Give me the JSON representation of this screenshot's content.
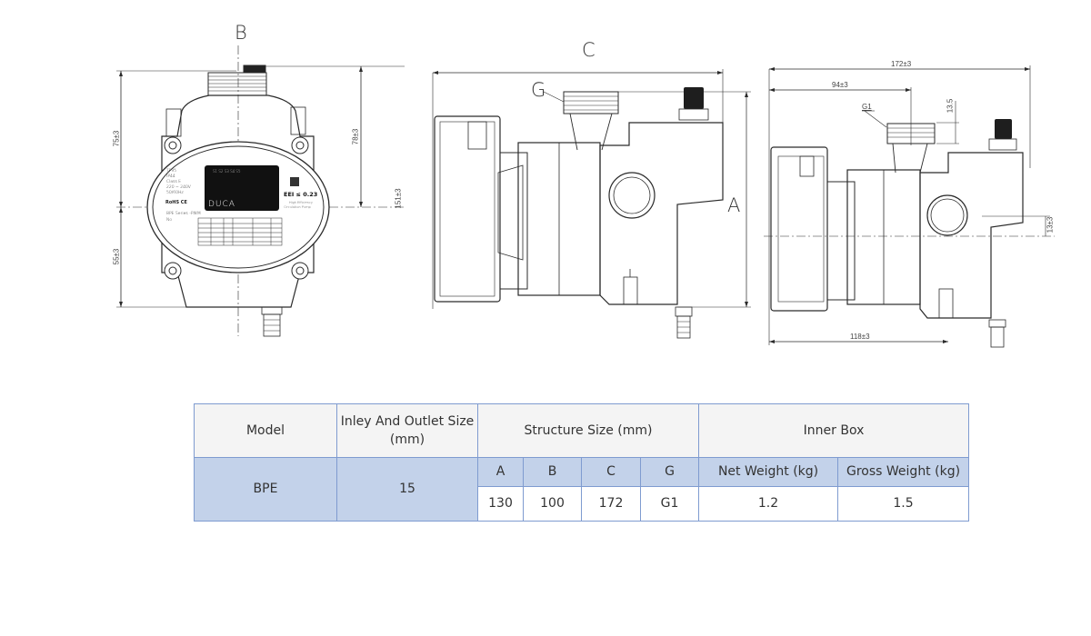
{
  "drawings": {
    "front_view": {
      "label": "B",
      "dims": {
        "top_height": "75±3",
        "bottom_height": "55±3",
        "right_height": "78±3",
        "total_height": "151±3"
      },
      "nameplate": {
        "lines": [
          "TF95",
          "IP44",
          "Class E",
          "220 ~ 240V",
          "50/60Hz"
        ],
        "series": "BPE Series -PWM",
        "no_label": "No",
        "display_digits": "S1  S2  S3  S4  S5",
        "brand": "DUCA",
        "eei": "EEI ≤ 0.23",
        "tagline_1": "High Efficiency",
        "tagline_2": "Circulation Pump",
        "cert_marks": "RoHS CE"
      }
    },
    "side_view": {
      "label_top": "C",
      "label_thread": "G",
      "label_height": "A"
    },
    "detail_view": {
      "dims": {
        "total_length": "172±3",
        "to_outlet": "94±3",
        "thread_height": "13.5",
        "bottom_length": "118±3",
        "offset": "13±3"
      },
      "thread_label": "G1"
    }
  },
  "table": {
    "headers": {
      "model": "Model",
      "inlet_outlet": "Inley And Outlet Size (mm)",
      "structure": "Structure Size (mm)",
      "inner_box": "Inner Box"
    },
    "sub_headers": {
      "a": "A",
      "b": "B",
      "c": "C",
      "g": "G",
      "net": "Net Weight (kg)",
      "gross": "Gross Weight (kg)"
    },
    "row": {
      "model": "BPE",
      "inlet_outlet": "15",
      "a": "130",
      "b": "100",
      "c": "172",
      "g": "G1",
      "net": "1.2",
      "gross": "1.5"
    }
  }
}
